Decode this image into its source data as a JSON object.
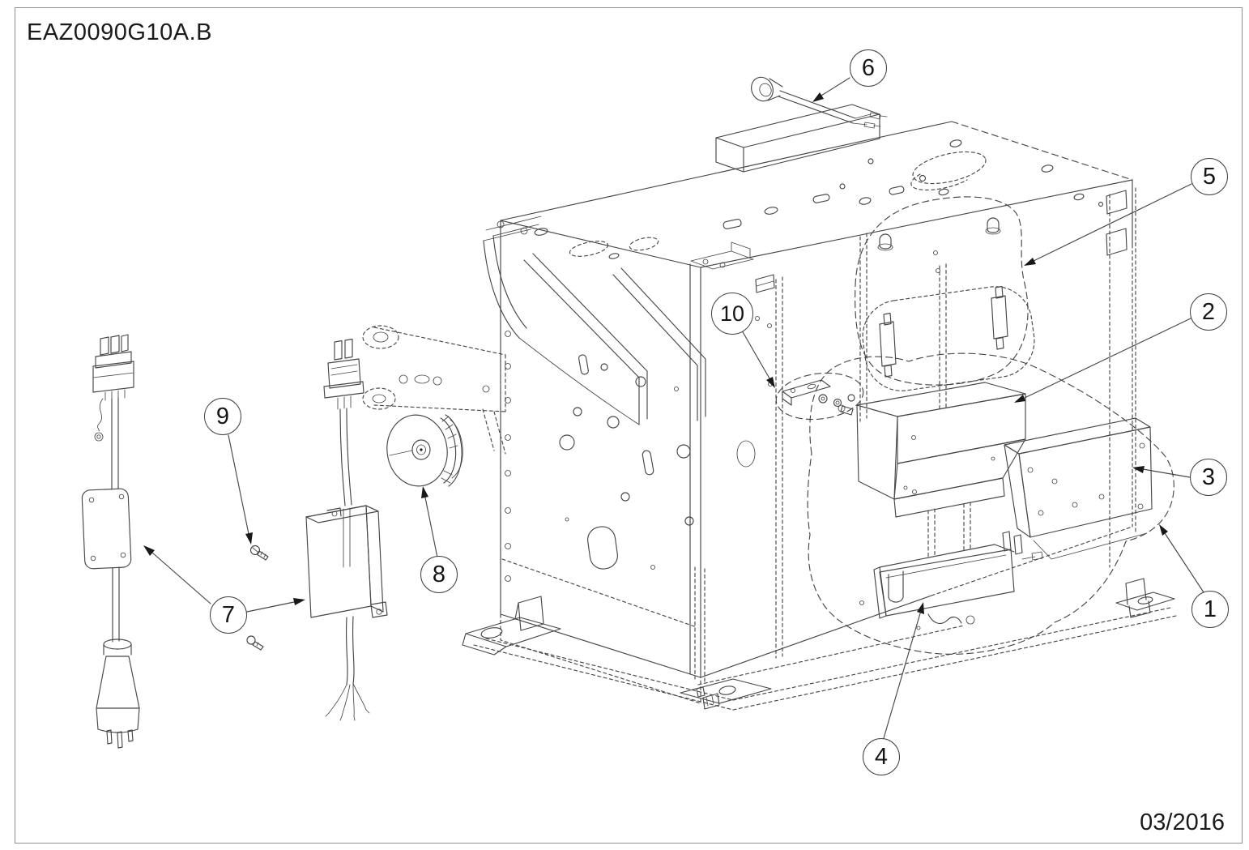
{
  "page": {
    "title": "EAZ0090G10A.B",
    "date": "03/2016"
  },
  "callouts": [
    {
      "label": "1"
    },
    {
      "label": "2"
    },
    {
      "label": "3"
    },
    {
      "label": "4"
    },
    {
      "label": "5"
    },
    {
      "label": "6"
    },
    {
      "label": "7"
    },
    {
      "label": "8"
    },
    {
      "label": "9"
    },
    {
      "label": "10"
    }
  ],
  "colors": {
    "line": "#474747",
    "text": "#1b1b1b",
    "border": "#8f8f8f",
    "background": "#ffffff"
  }
}
